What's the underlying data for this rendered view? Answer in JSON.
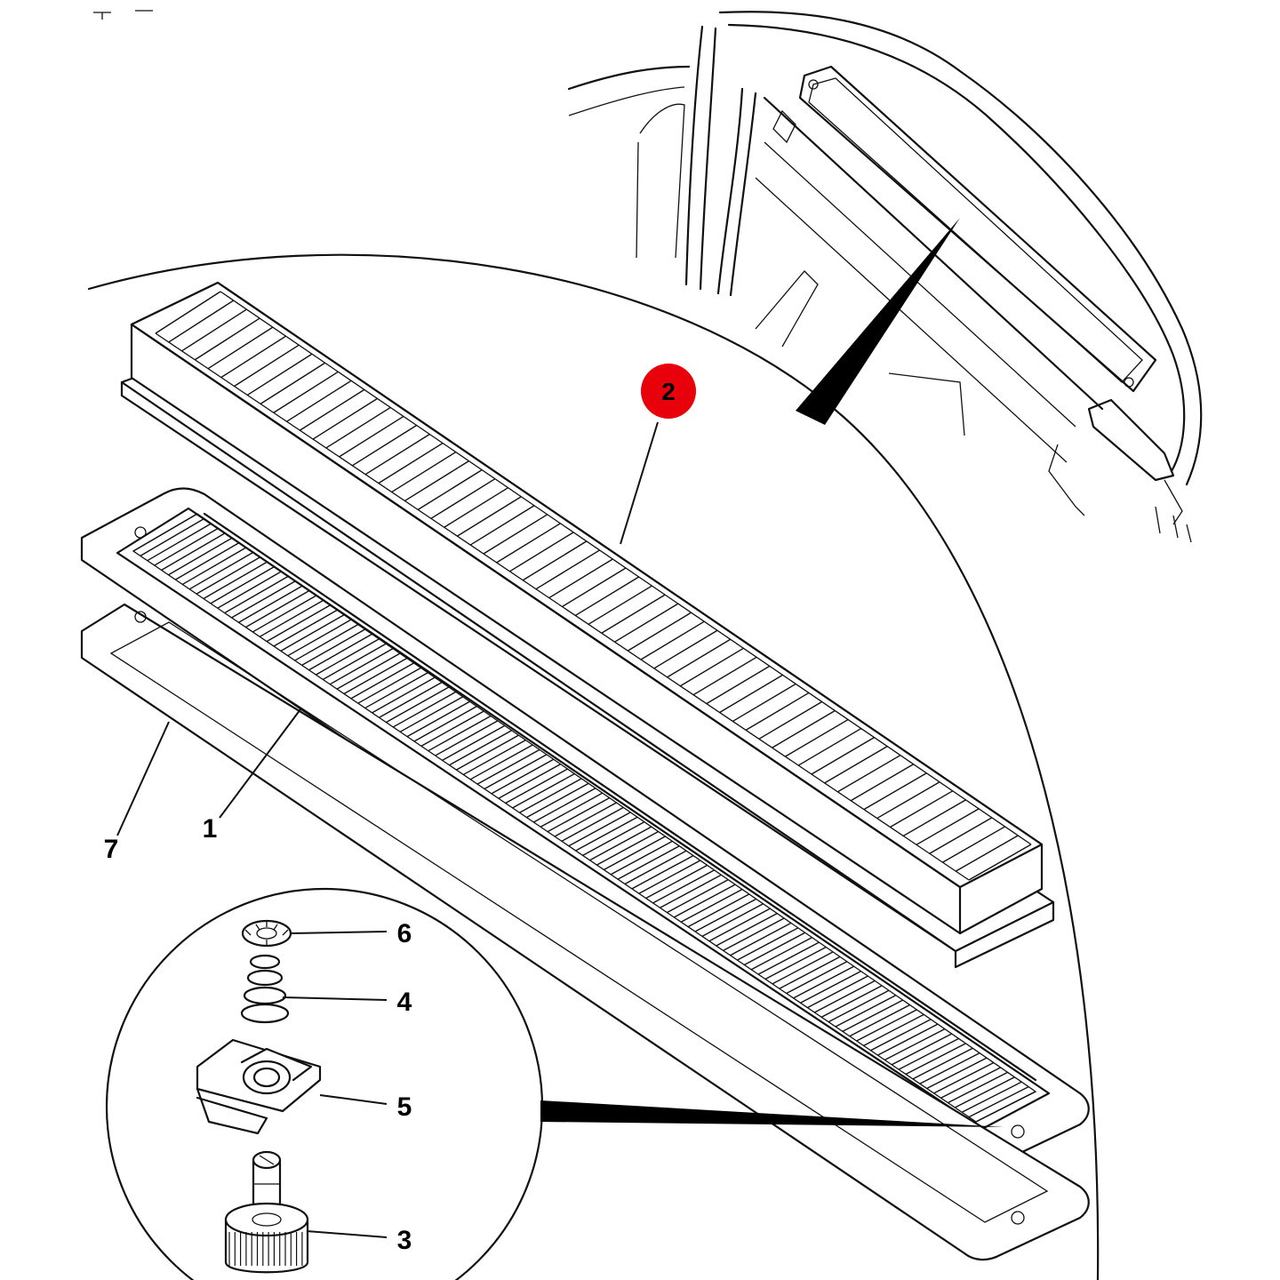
{
  "callouts": [
    {
      "id": "1",
      "label": "1"
    },
    {
      "id": "2",
      "label": "2",
      "highlighted": true
    },
    {
      "id": "3",
      "label": "3"
    },
    {
      "id": "4",
      "label": "4"
    },
    {
      "id": "5",
      "label": "5"
    },
    {
      "id": "6",
      "label": "6"
    },
    {
      "id": "7",
      "label": "7"
    }
  ],
  "colors": {
    "line": "#111111",
    "background": "#ffffff",
    "highlight_badge": "#e8000b"
  },
  "icons": [
    "filter-element",
    "filter-housing-frame",
    "gasket",
    "washer",
    "spring",
    "spring-clip-nut",
    "thumb-screw",
    "vehicle-cowl"
  ]
}
